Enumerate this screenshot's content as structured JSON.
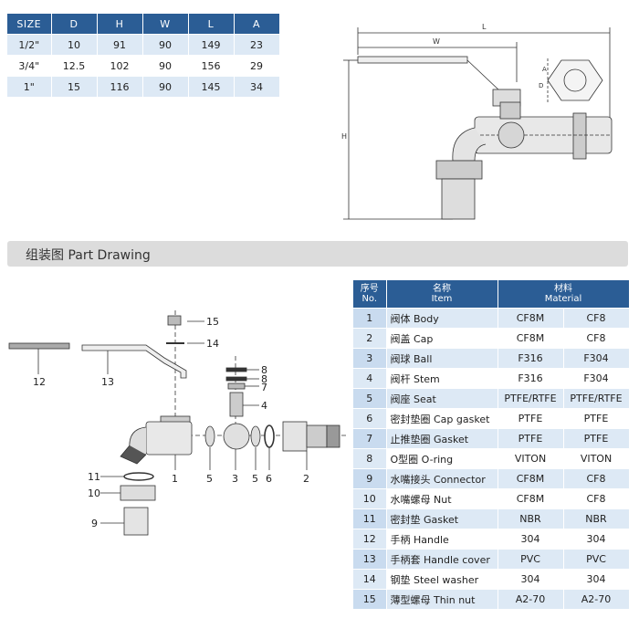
{
  "size_table": {
    "headers": [
      "SIZE",
      "D",
      "H",
      "W",
      "L",
      "A"
    ],
    "rows": [
      [
        "1/2\"",
        "10",
        "91",
        "90",
        "149",
        "23"
      ],
      [
        "3/4\"",
        "12.5",
        "102",
        "90",
        "156",
        "29"
      ],
      [
        "1\"",
        "15",
        "116",
        "90",
        "145",
        "34"
      ]
    ]
  },
  "dimension_labels": {
    "L": "L",
    "W": "W",
    "H": "H",
    "A": "A",
    "D": "D"
  },
  "section_title": "组装图 Part Drawing",
  "parts_table": {
    "headers": {
      "no_cn": "序号",
      "no_en": "No.",
      "item_cn": "名称",
      "item_en": "Item",
      "material_cn": "材料",
      "material_en": "Material"
    },
    "rows": [
      {
        "no": "1",
        "item": "阀体 Body",
        "m1": "CF8M",
        "m2": "CF8"
      },
      {
        "no": "2",
        "item": "阀盖 Cap",
        "m1": "CF8M",
        "m2": "CF8"
      },
      {
        "no": "3",
        "item": "阀球 Ball",
        "m1": "F316",
        "m2": "F304"
      },
      {
        "no": "4",
        "item": "阀杆 Stem",
        "m1": "F316",
        "m2": "F304"
      },
      {
        "no": "5",
        "item": "阀座 Seat",
        "m1": "PTFE/RTFE",
        "m2": "PTFE/RTFE"
      },
      {
        "no": "6",
        "item": "密封垫圈 Cap gasket",
        "m1": "PTFE",
        "m2": "PTFE"
      },
      {
        "no": "7",
        "item": "止推垫圈 Gasket",
        "m1": "PTFE",
        "m2": "PTFE"
      },
      {
        "no": "8",
        "item": "O型圈 O-ring",
        "m1": "VITON",
        "m2": "VITON"
      },
      {
        "no": "9",
        "item": "水嘴接头 Connector",
        "m1": "CF8M",
        "m2": "CF8"
      },
      {
        "no": "10",
        "item": "水嘴螺母 Nut",
        "m1": "CF8M",
        "m2": "CF8"
      },
      {
        "no": "11",
        "item": "密封垫 Gasket",
        "m1": "NBR",
        "m2": "NBR"
      },
      {
        "no": "12",
        "item": "手柄 Handle",
        "m1": "304",
        "m2": "304"
      },
      {
        "no": "13",
        "item": "手柄套 Handle cover",
        "m1": "PVC",
        "m2": "PVC"
      },
      {
        "no": "14",
        "item": "钢垫 Steel washer",
        "m1": "304",
        "m2": "304"
      },
      {
        "no": "15",
        "item": "薄型螺母 Thin nut",
        "m1": "A2-70",
        "m2": "A2-70"
      }
    ]
  },
  "callouts": [
    "1",
    "2",
    "3",
    "4",
    "5",
    "5",
    "6",
    "7",
    "8",
    "8",
    "9",
    "10",
    "11",
    "12",
    "13",
    "14",
    "15"
  ]
}
